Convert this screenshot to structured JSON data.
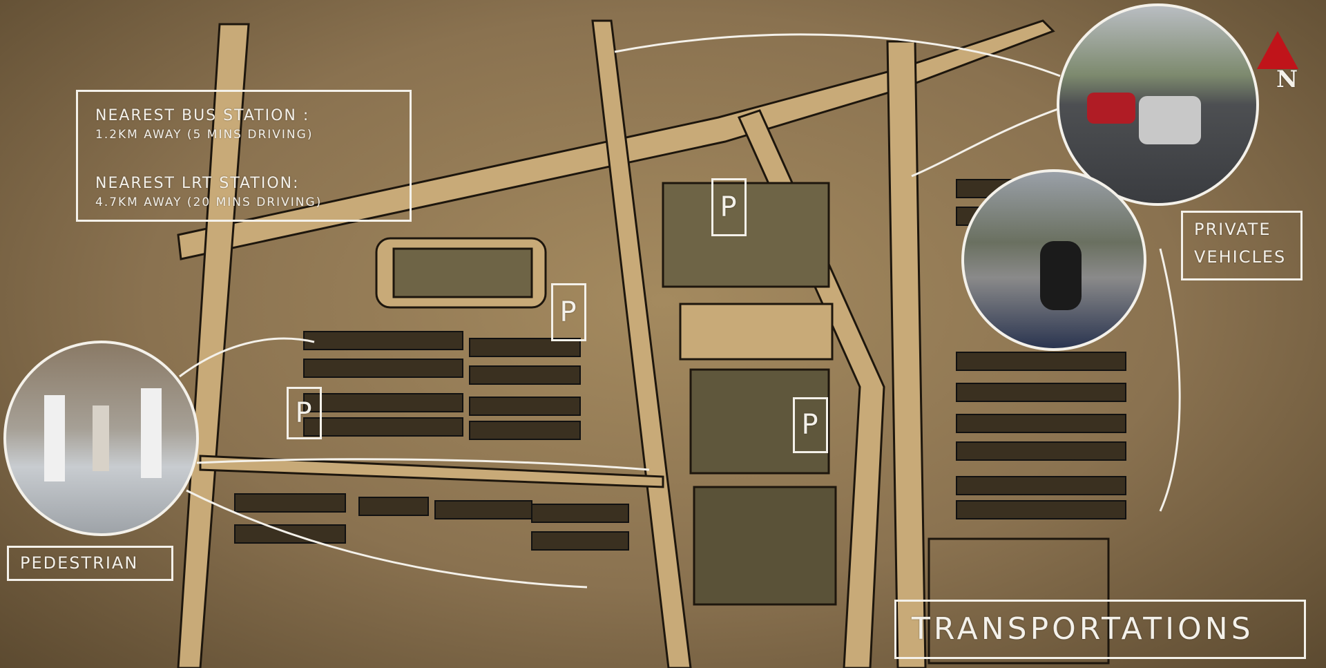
{
  "info_box": {
    "bus_title": "NEAREST BUS STATION :",
    "bus_detail": "1.2KM AWAY (5 MINS DRIVING)",
    "lrt_title": "NEAREST LRT STATION:",
    "lrt_detail": "4.7KM AWAY (20 MINS DRIVING)"
  },
  "labels": {
    "private_vehicles_1": "PRIVATE",
    "private_vehicles_2": "VEHICLES",
    "pedestrian": "PEDESTRIAN",
    "title": "TRANSPORTATIONS",
    "north": "N",
    "parking": "P"
  },
  "photos": {
    "traffic": "traffic-photo",
    "motorcycle": "motorcycle-photo",
    "pedestrians": "pedestrian-photo"
  },
  "colors": {
    "paper": "#a48a5f",
    "road": "#c8aa78",
    "block": "#6e6446",
    "chalk": "#f4f1ea",
    "north_arrow": "#c0141a"
  }
}
